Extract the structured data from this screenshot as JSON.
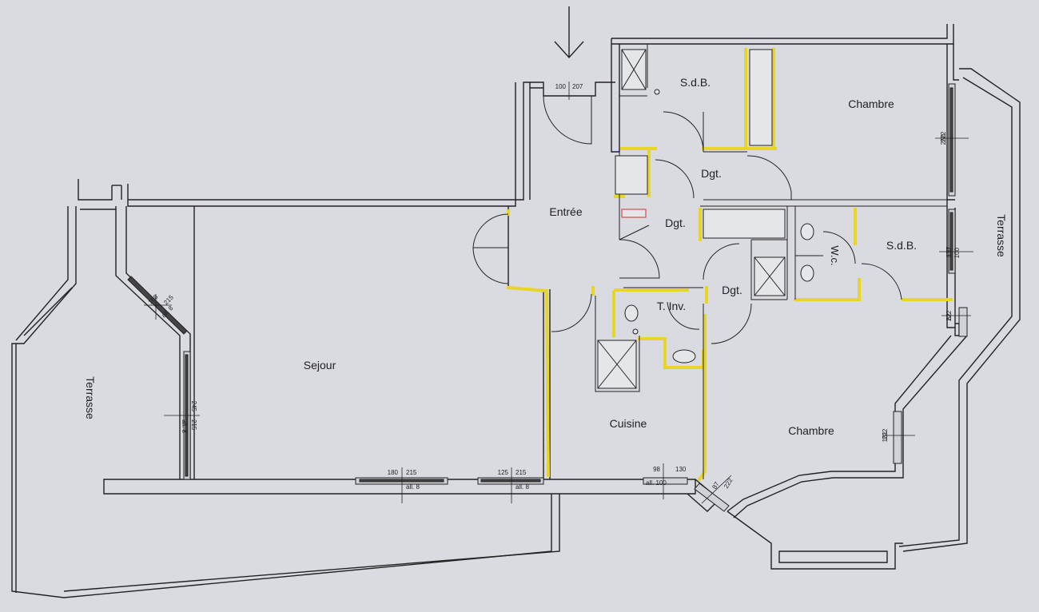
{
  "rooms": {
    "sdb_top": "S.d.B.",
    "chambre_top": "Chambre",
    "dgt_upper": "Dgt.",
    "entree": "Entrée",
    "dgt_center": "Dgt.",
    "sdb_right": "S.d.B.",
    "wc": "W.c.",
    "dgt_lower": "Dgt.",
    "t_inv": "T. Inv.",
    "terrasse_right": "Terrasse",
    "sejour": "Sejour",
    "terrasse_left": "Terrasse",
    "cuisine": "Cuisine",
    "chambre_bottom": "Chambre"
  },
  "dimensions": {
    "entry_door": [
      "100",
      "207"
    ],
    "chambre_top_window": [
      "250",
      "222"
    ],
    "sdb_right_window": [
      "130",
      "100",
      "177"
    ],
    "right_small_window": [
      "62",
      "222"
    ],
    "sejour_angle_window": [
      "168",
      "215",
      "all. 8"
    ],
    "sejour_side_window": [
      "245",
      "215",
      "all. 8"
    ],
    "sejour_bay_1": [
      "180",
      "215",
      "all. 8"
    ],
    "sejour_bay_2": [
      "125",
      "215",
      "all. 8"
    ],
    "cuisine_window": [
      "98",
      "130",
      "all. 100"
    ],
    "corner_window": [
      "87",
      "222"
    ],
    "chambre_bottom_window": [
      "101",
      "222"
    ]
  },
  "colors": {
    "paper": "#d9dbe0",
    "wall": "#222222",
    "highlight": "#e8d52a"
  }
}
